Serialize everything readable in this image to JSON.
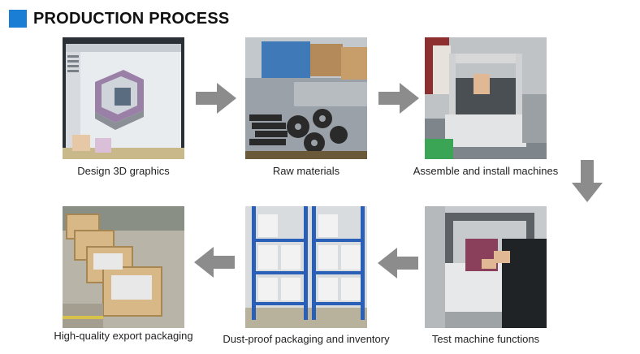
{
  "header": {
    "title": "PRODUCTION PROCESS"
  },
  "steps": [
    {
      "caption": "Design 3D graphics"
    },
    {
      "caption": "Raw materials"
    },
    {
      "caption": "Assemble and install machines"
    },
    {
      "caption": "Test machine functions"
    },
    {
      "caption": "Dust-proof packaging and inventory"
    },
    {
      "caption": "High-quality export packaging"
    }
  ],
  "colors": {
    "accent": "#1a7fd4",
    "arrow": "#8c8c8c"
  }
}
